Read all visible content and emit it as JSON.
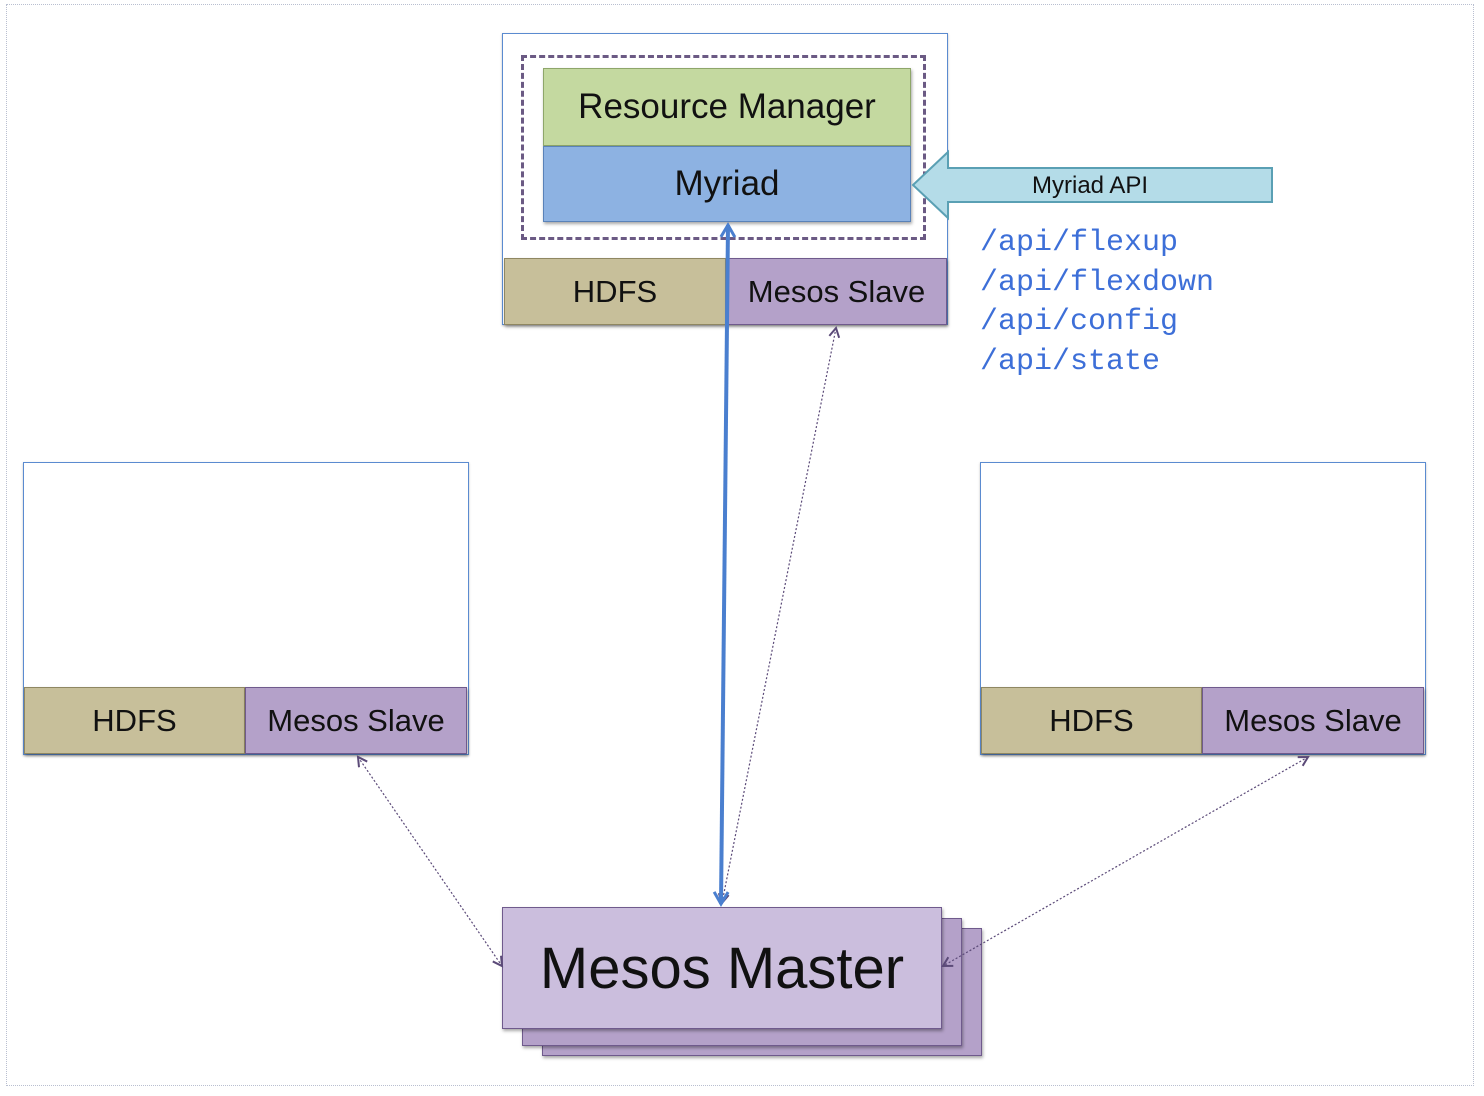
{
  "top_node": {
    "resource_manager": "Resource Manager",
    "myriad": "Myriad",
    "hdfs": "HDFS",
    "mesos_slave": "Mesos Slave"
  },
  "left_node": {
    "hdfs": "HDFS",
    "mesos_slave": "Mesos Slave"
  },
  "right_node": {
    "hdfs": "HDFS",
    "mesos_slave": "Mesos Slave"
  },
  "myriad_api": {
    "label": "Myriad API",
    "endpoints": [
      "/api/flexup",
      "/api/flexdown",
      "/api/config",
      "/api/state"
    ]
  },
  "mesos_master": {
    "label": "Mesos Master"
  },
  "colors": {
    "hdfs": "#c7bf9a",
    "mesos_slave": "#b4a1c9",
    "resource_manager": "#c4d9a0",
    "myriad": "#8db2e2",
    "api_arrow": "#b4dce8",
    "endpoint_text": "#3d6fd8",
    "mesos_master": "#cbbedd",
    "connector_thin": "#5b4a78",
    "connector_thick": "#4a7fcf"
  }
}
